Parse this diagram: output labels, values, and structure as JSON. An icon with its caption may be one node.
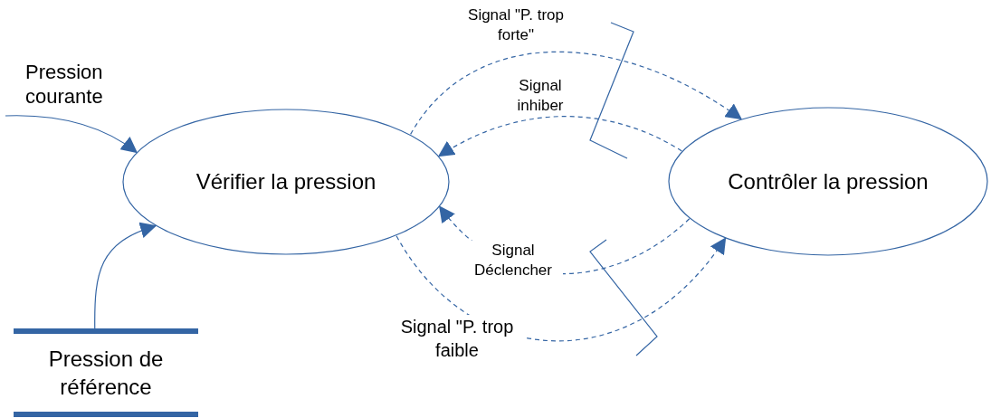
{
  "diagram": {
    "nodes": [
      {
        "text": [
          "Vérifier la pression"
        ]
      },
      {
        "text": [
          "Contrôler la pression"
        ]
      },
      {
        "text": [
          "Pression de référence"
        ]
      }
    ],
    "edges": [
      {
        "from": null,
        "to": 0,
        "arrow": "to",
        "label": "Pression courante"
      },
      {
        "from": 2,
        "to": 0,
        "arrow": "to"
      },
      {
        "from": 0,
        "to": 1,
        "arrow": "to",
        "label": "Signal \"P. trop forte\"",
        "style": "dashed"
      },
      {
        "from": 1,
        "to": 0,
        "arrow": "to",
        "label": "Signal inhiber",
        "style": "dashed"
      },
      {
        "from": 1,
        "to": 0,
        "arrow": "to",
        "label": "Signal Déclencher",
        "style": "dashed"
      },
      {
        "from": 0,
        "to": 1,
        "arrow": "to",
        "label": "Signal \"P. trop faible",
        "style": "dashed"
      }
    ]
  }
}
